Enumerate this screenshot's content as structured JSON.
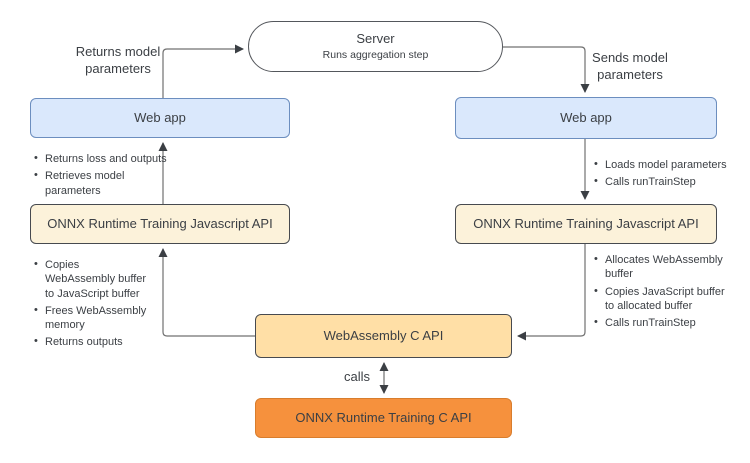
{
  "colors": {
    "blue_fill": "#DAE8FC",
    "blue_border": "#6C8EBF",
    "cream_fill": "#FCF2DA",
    "wasm_fill": "#FFDFA6",
    "orange_fill": "#F6913D",
    "orange_border": "#D87D2D",
    "dark_border": "#474A4F",
    "connector_line": "#707070",
    "text": "#3B3F44"
  },
  "server": {
    "title": "Server",
    "subtitle": "Runs aggregation step"
  },
  "nodes": {
    "web_app_left": "Web app",
    "web_app_right": "Web app",
    "js_api_left": "ONNX Runtime Training Javascript API",
    "js_api_right": "ONNX Runtime Training Javascript API",
    "wasm_api": "WebAssembly C API",
    "c_api": "ONNX Runtime Training C API"
  },
  "edge_labels": {
    "returns": "Returns model parameters",
    "sends": "Sends model parameters",
    "calls": "calls"
  },
  "notes": {
    "left_upper": [
      "Returns loss and outputs",
      "Retrieves model parameters"
    ],
    "right_upper": [
      "Loads model parameters",
      "Calls runTrainStep"
    ],
    "left_lower": [
      "Copies WebAssembly buffer to JavaScript buffer",
      "Frees WebAssembly memory",
      "Returns outputs"
    ],
    "right_lower": [
      "Allocates WebAssembly buffer",
      "Copies JavaScript buffer to allocated buffer",
      "Calls runTrainStep"
    ]
  }
}
